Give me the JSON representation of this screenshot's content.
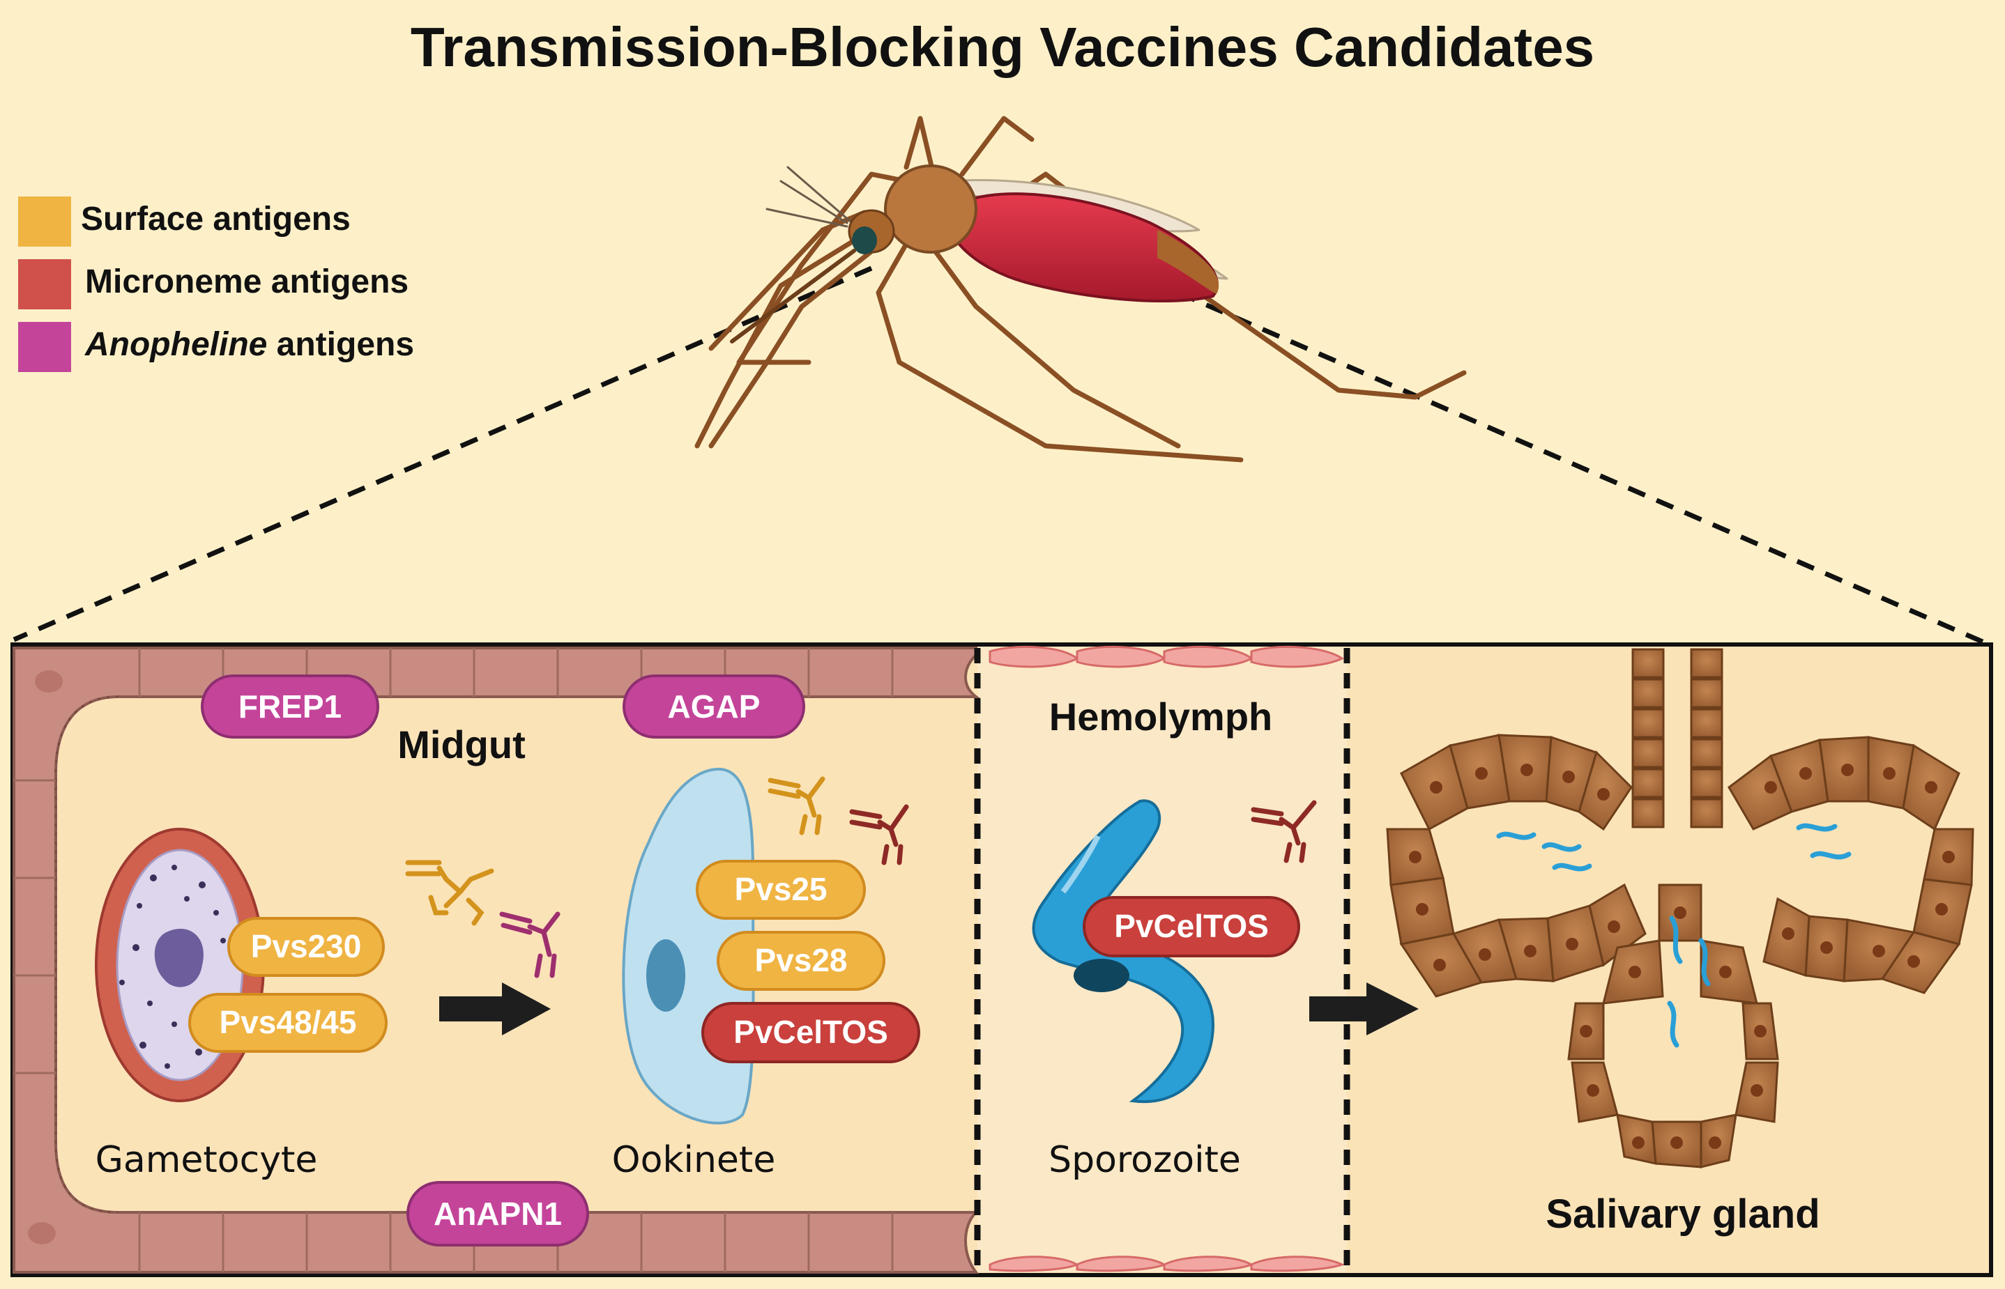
{
  "title": "Transmission-Blocking Vaccines Candidates",
  "legend": {
    "items": [
      {
        "label": "Surface antigens",
        "color": "#f0b443",
        "italic_part": ""
      },
      {
        "label": "Microneme antigens",
        "color": "#d0514b",
        "italic_part": ""
      },
      {
        "label": " antigens",
        "color": "#c4449a",
        "italic_part": "Anopheline"
      }
    ]
  },
  "compartments": {
    "midgut": "Midgut",
    "hemolymph": "Hemolymph",
    "salivary_gland": "Salivary gland"
  },
  "stages": {
    "gametocyte": "Gametocyte",
    "ookinete": "Ookinete",
    "sporozoite": "Sporozoite"
  },
  "anopheline_antigens": {
    "frep1": "FREP1",
    "agap": "AGAP",
    "anapn1": "AnAPN1"
  },
  "gametocyte_antigens": [
    "Pvs230",
    "Pvs48/45"
  ],
  "ookinete_antigens": [
    "Pvs25",
    "Pvs28",
    "PvCelTOS"
  ],
  "sporozoite_antigens": [
    "PvCelTOS"
  ],
  "colors": {
    "background": "#fdf0c9",
    "panel_fill": "#fbe3b8",
    "surface": "#f0b443",
    "microneme": "#c9403c",
    "anopheline": "#c4449a",
    "gut_wall": "#c98c82",
    "cell": "#a86a3c",
    "sporozoite": "#2a9fd6",
    "ookinete": "#bfe0ef",
    "antibody_orange": "#d3931c",
    "antibody_purple": "#9e2f6e",
    "antibody_red": "#8e2a26"
  }
}
